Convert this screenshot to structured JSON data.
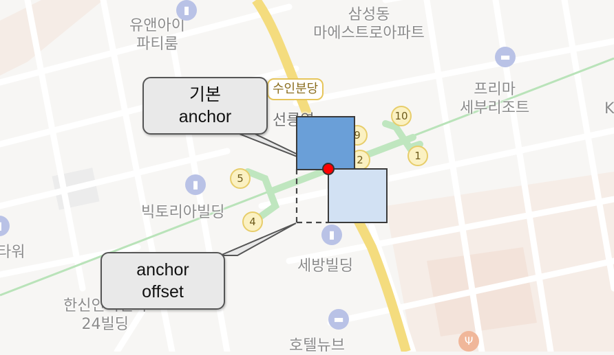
{
  "map": {
    "place_labels": [
      {
        "id": "uaeni-line1",
        "text": "유앤아이"
      },
      {
        "id": "uaeni-line2",
        "text": "파티룸"
      },
      {
        "id": "samsung-line1",
        "text": "삼성동"
      },
      {
        "id": "samsung-line2",
        "text": "마에스트로아파트"
      },
      {
        "id": "prima-line1",
        "text": "프리마"
      },
      {
        "id": "prima-line2",
        "text": "세부리조트"
      },
      {
        "id": "victoria",
        "text": "빅토리아빌딩"
      },
      {
        "id": "sebang",
        "text": "세방빌딩"
      },
      {
        "id": "hansin-line1",
        "text": "한신인터벨리"
      },
      {
        "id": "hansin-line2",
        "text": "24빌딩"
      },
      {
        "id": "hotel",
        "text": "호텔뉴브"
      },
      {
        "id": "tower-partial",
        "text": "타워"
      },
      {
        "id": "station-partial",
        "text": "선릉역"
      },
      {
        "id": "edge-letter",
        "text": "K"
      }
    ],
    "station_label": "수인분당",
    "subway_exits": [
      "10",
      "9",
      "1",
      "2",
      "5",
      "4"
    ],
    "poi_icons": [
      "building-icon",
      "building-icon",
      "building-icon",
      "hotel-icon",
      "hotel-icon",
      "restaurant-icon"
    ],
    "colors": {
      "background": "#f7f6f4",
      "subway_line": "#b7e2b7",
      "suin_bundang_line": "#f4dc7e",
      "default_anchor_box": "#6a9fd8",
      "offset_anchor_box": "#d2e1f3",
      "anchor_point": "#ff0000"
    }
  },
  "annotations": {
    "default_anchor_label": {
      "line1": "기본",
      "line2": "anchor"
    },
    "offset_anchor_label": {
      "line1": "anchor",
      "line2": "offset"
    }
  }
}
